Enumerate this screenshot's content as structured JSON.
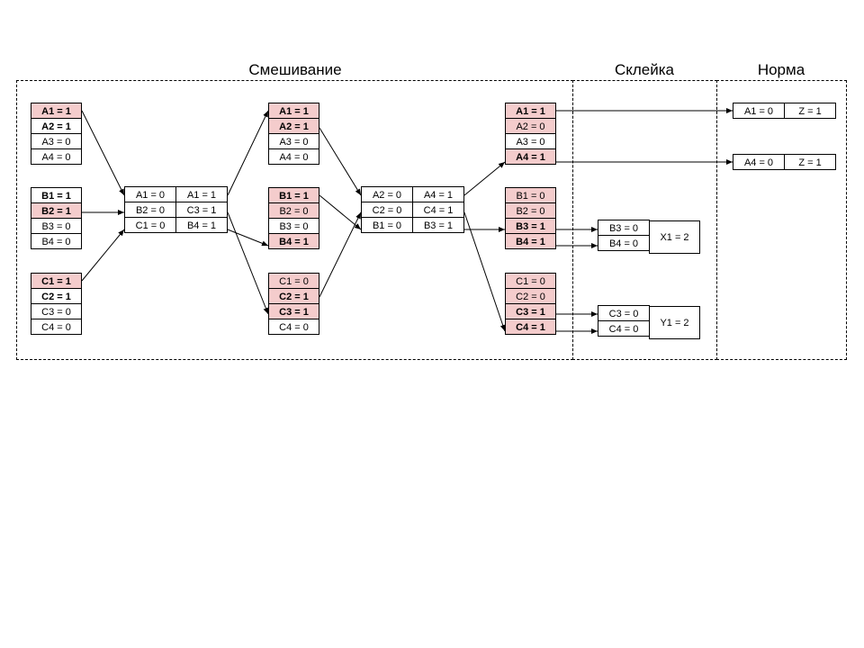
{
  "sections": {
    "mixing_title": "Смешивание",
    "glue_title": "Склейка",
    "norm_title": "Норма"
  },
  "input_groups": [
    [
      {
        "text": "A1 = 1",
        "hl": true,
        "bold": true
      },
      {
        "text": "A2 = 1",
        "hl": false,
        "bold": true
      },
      {
        "text": "A3 = 0",
        "hl": false,
        "bold": false
      },
      {
        "text": "A4 = 0",
        "hl": false,
        "bold": false
      }
    ],
    [
      {
        "text": "B1 = 1",
        "hl": false,
        "bold": true
      },
      {
        "text": "B2 = 1",
        "hl": true,
        "bold": true
      },
      {
        "text": "B3 = 0",
        "hl": false,
        "bold": false
      },
      {
        "text": "B4 = 0",
        "hl": false,
        "bold": false
      }
    ],
    [
      {
        "text": "C1 = 1",
        "hl": true,
        "bold": true
      },
      {
        "text": "C2 = 1",
        "hl": false,
        "bold": true
      },
      {
        "text": "C3 = 0",
        "hl": false,
        "bold": false
      },
      {
        "text": "C4 = 0",
        "hl": false,
        "bold": false
      }
    ]
  ],
  "mixer1": {
    "left": [
      "A1 = 0",
      "B2 = 0",
      "C1 = 0"
    ],
    "right": [
      "A1 = 1",
      "C3 = 1",
      "B4 = 1"
    ]
  },
  "stage2_groups": [
    [
      {
        "text": "A1 = 1",
        "hl": true,
        "bold": true
      },
      {
        "text": "A2 = 1",
        "hl": true,
        "bold": true
      },
      {
        "text": "A3 = 0",
        "hl": false,
        "bold": false
      },
      {
        "text": "A4 = 0",
        "hl": false,
        "bold": false
      }
    ],
    [
      {
        "text": "B1 = 1",
        "hl": true,
        "bold": true
      },
      {
        "text": "B2 = 0",
        "hl": true,
        "bold": false
      },
      {
        "text": "B3 = 0",
        "hl": false,
        "bold": false
      },
      {
        "text": "B4 = 1",
        "hl": true,
        "bold": true
      }
    ],
    [
      {
        "text": "C1 = 0",
        "hl": true,
        "bold": false
      },
      {
        "text": "C2 = 1",
        "hl": true,
        "bold": true
      },
      {
        "text": "C3 = 1",
        "hl": true,
        "bold": true
      },
      {
        "text": "C4 = 0",
        "hl": false,
        "bold": false
      }
    ]
  ],
  "mixer2": {
    "left": [
      "A2 = 0",
      "C2 = 0",
      "B1 = 0"
    ],
    "right": [
      "A4 = 1",
      "C4 = 1",
      "B3 = 1"
    ]
  },
  "stage3_groups": [
    [
      {
        "text": "A1 = 1",
        "hl": true,
        "bold": true
      },
      {
        "text": "A2 = 0",
        "hl": true,
        "bold": false
      },
      {
        "text": "A3 = 0",
        "hl": false,
        "bold": false
      },
      {
        "text": "A4 = 1",
        "hl": true,
        "bold": true
      }
    ],
    [
      {
        "text": "B1 = 0",
        "hl": true,
        "bold": false
      },
      {
        "text": "B2 = 0",
        "hl": true,
        "bold": false
      },
      {
        "text": "B3 = 1",
        "hl": true,
        "bold": true
      },
      {
        "text": "B4 = 1",
        "hl": true,
        "bold": true
      }
    ],
    [
      {
        "text": "C1 = 0",
        "hl": true,
        "bold": false
      },
      {
        "text": "C2 = 0",
        "hl": true,
        "bold": false
      },
      {
        "text": "C3 = 1",
        "hl": true,
        "bold": true
      },
      {
        "text": "C4 = 1",
        "hl": true,
        "bold": true
      }
    ]
  ],
  "glue_x": {
    "cells": [
      "B3 = 0",
      "B4 = 0"
    ],
    "sum": "X1 = 2"
  },
  "glue_y": {
    "cells": [
      "C3 = 0",
      "C4 = 0"
    ],
    "sum": "Y1 = 2"
  },
  "norm_a1": {
    "left": "A1 = 0",
    "right": "Z = 1"
  },
  "norm_a4": {
    "left": "A4 = 0",
    "right": "Z = 1"
  },
  "colors": {
    "highlight": "#f4cccc",
    "line": "#000000"
  }
}
